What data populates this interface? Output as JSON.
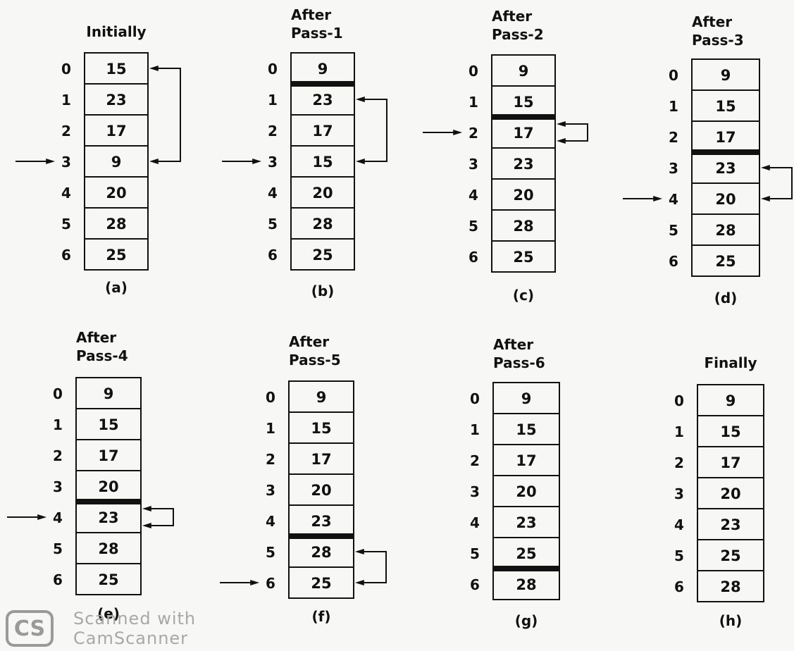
{
  "panels": [
    {
      "title": [
        "Initially"
      ],
      "caption": "(a)",
      "indices": [
        "0",
        "1",
        "2",
        "3",
        "4",
        "5",
        "6"
      ],
      "values": [
        "15",
        "23",
        "17",
        "9",
        "20",
        "28",
        "25"
      ],
      "sorted_boundary_after": null,
      "pointer_at": 3,
      "swap": [
        0,
        3
      ]
    },
    {
      "title": [
        "After",
        "Pass-1"
      ],
      "caption": "(b)",
      "indices": [
        "0",
        "1",
        "2",
        "3",
        "4",
        "5",
        "6"
      ],
      "values": [
        "9",
        "23",
        "17",
        "15",
        "20",
        "28",
        "25"
      ],
      "sorted_boundary_after": 0,
      "pointer_at": 3,
      "swap": [
        1,
        3
      ]
    },
    {
      "title": [
        "After",
        "Pass-2"
      ],
      "caption": "(c)",
      "indices": [
        "0",
        "1",
        "2",
        "3",
        "4",
        "5",
        "6"
      ],
      "values": [
        "9",
        "15",
        "17",
        "23",
        "20",
        "28",
        "25"
      ],
      "sorted_boundary_after": 1,
      "pointer_at": 2,
      "swap": [
        2,
        2
      ]
    },
    {
      "title": [
        "After",
        "Pass-3"
      ],
      "caption": "(d)",
      "indices": [
        "0",
        "1",
        "2",
        "3",
        "4",
        "5",
        "6"
      ],
      "values": [
        "9",
        "15",
        "17",
        "23",
        "20",
        "28",
        "25"
      ],
      "sorted_boundary_after": 2,
      "pointer_at": 4,
      "swap": [
        3,
        4
      ]
    },
    {
      "title": [
        "After",
        "Pass-4"
      ],
      "caption": "(e)",
      "indices": [
        "0",
        "1",
        "2",
        "3",
        "4",
        "5",
        "6"
      ],
      "values": [
        "9",
        "15",
        "17",
        "20",
        "23",
        "28",
        "25"
      ],
      "sorted_boundary_after": 3,
      "pointer_at": 4,
      "swap": [
        4,
        4
      ]
    },
    {
      "title": [
        "After",
        "Pass-5"
      ],
      "caption": "(f)",
      "indices": [
        "0",
        "1",
        "2",
        "3",
        "4",
        "5",
        "6"
      ],
      "values": [
        "9",
        "15",
        "17",
        "20",
        "23",
        "28",
        "25"
      ],
      "sorted_boundary_after": 4,
      "pointer_at": 6,
      "swap": [
        5,
        6
      ]
    },
    {
      "title": [
        "After",
        "Pass-6"
      ],
      "caption": "(g)",
      "indices": [
        "0",
        "1",
        "2",
        "3",
        "4",
        "5",
        "6"
      ],
      "values": [
        "9",
        "15",
        "17",
        "20",
        "23",
        "25",
        "28"
      ],
      "sorted_boundary_after": 5,
      "pointer_at": null,
      "swap": null
    },
    {
      "title": [
        "Finally"
      ],
      "caption": "(h)",
      "indices": [
        "0",
        "1",
        "2",
        "3",
        "4",
        "5",
        "6"
      ],
      "values": [
        "9",
        "15",
        "17",
        "20",
        "23",
        "25",
        "28"
      ],
      "sorted_boundary_after": null,
      "pointer_at": null,
      "swap": null
    }
  ],
  "watermark": {
    "logo": "CS",
    "line1": "Scanned with",
    "line2": "CamScanner"
  },
  "colors": {
    "ink": "#111111",
    "background": "#f7f7f5",
    "watermark": "#9a9a9a"
  }
}
